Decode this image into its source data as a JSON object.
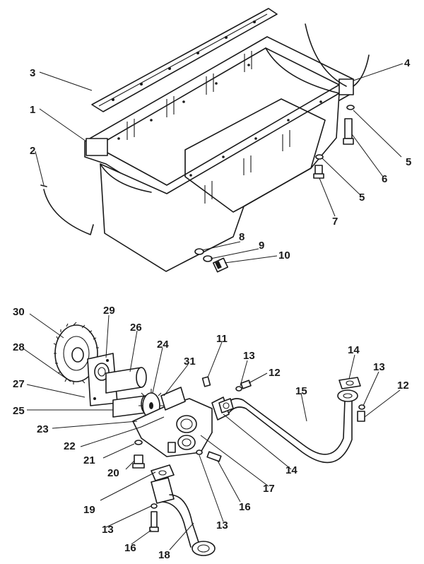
{
  "diagram": {
    "callouts": {
      "c1": "1",
      "c2": "2",
      "c3": "3",
      "c4": "4",
      "c5a": "5",
      "c5b": "5",
      "c6": "6",
      "c7": "7",
      "c8": "8",
      "c9": "9",
      "c10": "10",
      "c11": "11",
      "c12a": "12",
      "c12b": "12",
      "c13a": "13",
      "c13b": "13",
      "c13c": "13",
      "c13d": "13",
      "c14a": "14",
      "c14b": "14",
      "c15": "15",
      "c16a": "16",
      "c16b": "16",
      "c17": "17",
      "c18": "18",
      "c19": "19",
      "c20": "20",
      "c21": "21",
      "c22": "22",
      "c23": "23",
      "c24": "24",
      "c25": "25",
      "c26": "26",
      "c27": "27",
      "c28": "28",
      "c29": "29",
      "c30": "30",
      "c31": "31"
    }
  }
}
